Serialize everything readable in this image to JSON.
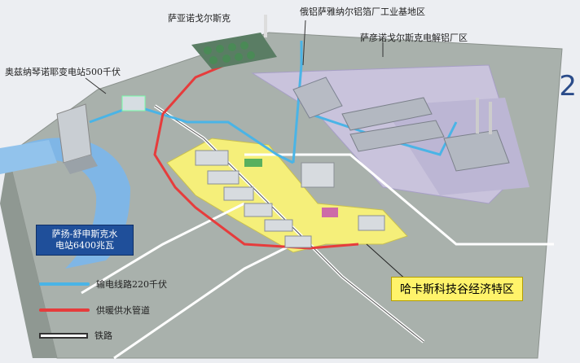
{
  "labels": {
    "sayano_shushensk_town": "萨亚诺戈尔斯克",
    "rusal_sayanogorsk_base": "俄铝萨雅纳尔铝箔厂工业基地区",
    "sayanogorsk_smelter": "萨彦诺戈尔斯克电解铝厂区",
    "substation": "奥兹纳琴诺耶变电站500千伏",
    "hydro_station_line1": "萨扬-舒申斯克水",
    "hydro_station_line2": "电站6400兆瓦",
    "special_zone": "哈卡斯科技谷经济特区"
  },
  "legend": {
    "power_line": "输电线路220千伏",
    "heat_water": "供暖供水管道",
    "railway": "铁路"
  },
  "page_number": "2",
  "colors": {
    "power_line": "#4ab4e6",
    "heat_water": "#e63c3c",
    "railway": "#ffffff",
    "zone_fill": "#f5ef7a",
    "dark_box": "#1f4f9a",
    "yellow_box": "#fff36a",
    "industrial_zone": "#c9c3dc",
    "water": "#7fb6e6"
  }
}
